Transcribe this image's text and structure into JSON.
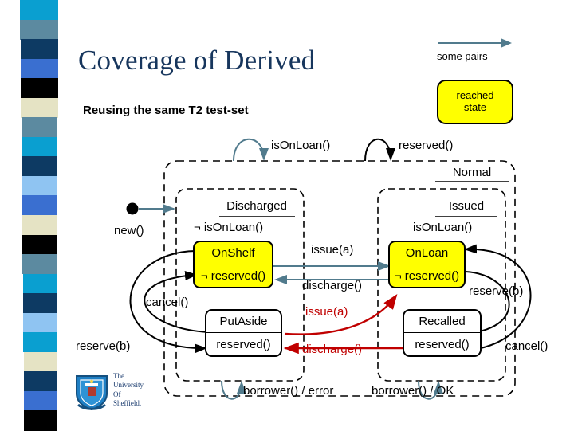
{
  "slide": {
    "title": "Coverage of Derived",
    "subtitle": "Reusing the same T2 test-set",
    "title_color": "#17365d",
    "background": "#ffffff"
  },
  "legend": {
    "arrow_label": "some pairs",
    "box_line1": "reached",
    "box_line2": "state",
    "box_fill": "#ffff00",
    "arrow_color": "#517b8d"
  },
  "logo": {
    "line1": "The",
    "line2": "University",
    "line3": "Of",
    "line4": "Sheffield.",
    "color": "#1a3b6e"
  },
  "stripes": {
    "colors": [
      "#0a9fd0",
      "#5c8aa0",
      "#0d3a63",
      "#3a6fd0",
      "#000000",
      "#e5e3c4",
      "#5c8aa0",
      "#0a9fd0",
      "#0d3a63",
      "#8fc4f2",
      "#3a6fd0",
      "#e5e3c4",
      "#000000",
      "#5c8aa0",
      "#0a9fd0",
      "#0d3a63",
      "#8fc4f2",
      "#0a9fd0",
      "#e5e3c4",
      "#0d3a63",
      "#3a6fd0",
      "#000000"
    ]
  },
  "chart_data": {
    "type": "diagram",
    "title": "Coverage of Derived",
    "notation": "UML state machine / statechart",
    "composite_states": [
      {
        "id": "normal",
        "name": "Normal",
        "invariant": "",
        "style": "dashed"
      },
      {
        "id": "discharged",
        "name": "Discharged",
        "invariant": "¬ isOnLoan()",
        "style": "dashed",
        "parent": "normal"
      },
      {
        "id": "issued",
        "name": "Issued",
        "invariant": "isOnLoan()",
        "style": "dashed",
        "parent": "normal"
      }
    ],
    "states": [
      {
        "id": "onshelf",
        "name": "OnShelf",
        "invariant": "¬ reserved()",
        "fill": "#ffff00",
        "covered": true,
        "parent": "discharged"
      },
      {
        "id": "putaside",
        "name": "PutAside",
        "invariant": "reserved()",
        "fill": "#ffffff",
        "covered": false,
        "parent": "discharged"
      },
      {
        "id": "onloan",
        "name": "OnLoan",
        "invariant": "¬ reserved()",
        "fill": "#ffff00",
        "covered": true,
        "parent": "issued"
      },
      {
        "id": "recalled",
        "name": "Recalled",
        "invariant": "reserved()",
        "fill": "#ffffff",
        "covered": false,
        "parent": "issued"
      }
    ],
    "transitions": [
      {
        "label": "new()",
        "from": "initial",
        "to": "discharged",
        "color": "#517b8d"
      },
      {
        "label": "isOnLoan()",
        "from": "discharged",
        "to": "discharged",
        "color": "#517b8d",
        "self": true
      },
      {
        "label": "reserved()",
        "from": "issued",
        "to": "issued",
        "color": "#000000",
        "self": true
      },
      {
        "label": "issue(a)",
        "from": "onshelf",
        "to": "onloan",
        "color": "#517b8d"
      },
      {
        "label": "discharge()",
        "from": "onloan",
        "to": "onshelf",
        "color": "#517b8d"
      },
      {
        "label": "issue(a)",
        "from": "putaside",
        "to": "onloan",
        "color": "#c00000"
      },
      {
        "label": "discharge()",
        "from": "recalled",
        "to": "putaside",
        "color": "#c00000"
      },
      {
        "label": "cancel()",
        "from": "putaside",
        "to": "onshelf",
        "color": "#000000"
      },
      {
        "label": "reserve(b)",
        "from": "onshelf",
        "to": "putaside",
        "color": "#000000"
      },
      {
        "label": "reserve(b)",
        "from": "onloan",
        "to": "recalled",
        "color": "#000000"
      },
      {
        "label": "cancel()",
        "from": "recalled",
        "to": "onloan",
        "color": "#000000"
      },
      {
        "label": "borrower() / error",
        "from": "discharged",
        "to": "discharged",
        "color": "#517b8d",
        "self": true
      },
      {
        "label": "borrower() / OK",
        "from": "issued",
        "to": "issued",
        "color": "#517b8d",
        "self": true
      }
    ],
    "labels": {
      "new": "new()",
      "is_on_loan": "isOnLoan()",
      "reserved_self": "reserved()",
      "normal": "Normal",
      "discharged": "Discharged",
      "discharged_inv": "¬ isOnLoan()",
      "issued": "Issued",
      "issued_inv": "isOnLoan()",
      "onshelf": "OnShelf",
      "onshelf_inv": "¬ reserved()",
      "onloan": "OnLoan",
      "onloan_inv": "¬ reserved()",
      "putaside": "PutAside",
      "putaside_inv": "reserved()",
      "recalled": "Recalled",
      "recalled_inv": "reserved()",
      "issue_a_blue": "issue(a)",
      "discharge_blue": "discharge()",
      "issue_a_red": "issue(a)",
      "discharge_red": "discharge()",
      "cancel_left": "cancel()",
      "reserve_b_left": "reserve(b)",
      "reserve_b_right": "reserve(b)",
      "cancel_right": "cancel()",
      "borrower_error": "borrower() / error",
      "borrower_ok": "borrower() / OK"
    }
  }
}
